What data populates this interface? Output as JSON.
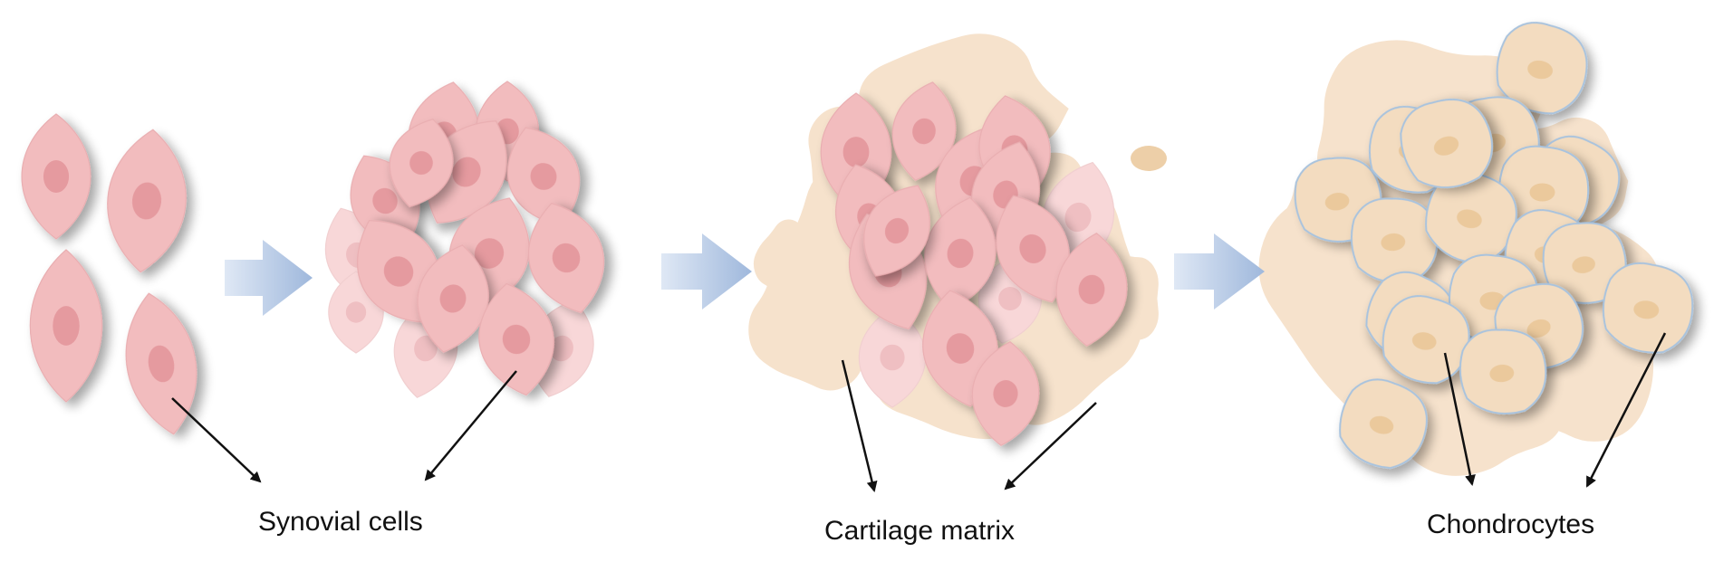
{
  "labels": {
    "synovial_cells": "Synovial cells",
    "cartilage_matrix": "Cartilage matrix",
    "chondrocytes": "Chondrocytes"
  },
  "colors": {
    "synovial_cell_fill": "#f2bcbe",
    "synovial_nucleus": "#e59a9f",
    "faded_cell_fill": "#f8d7d8",
    "matrix_fill": "#f6e2cc",
    "chondrocyte_fill": "#f3dcc0",
    "chondrocyte_outline": "#a9c3dd",
    "chondrocyte_nucleus": "#ebc99c",
    "arrow_blue": "#9fb8dc",
    "pointer_line": "#111111"
  },
  "icons": {
    "process_arrow": "right-block-arrow-icon",
    "pointer": "pointer-arrow-icon"
  }
}
